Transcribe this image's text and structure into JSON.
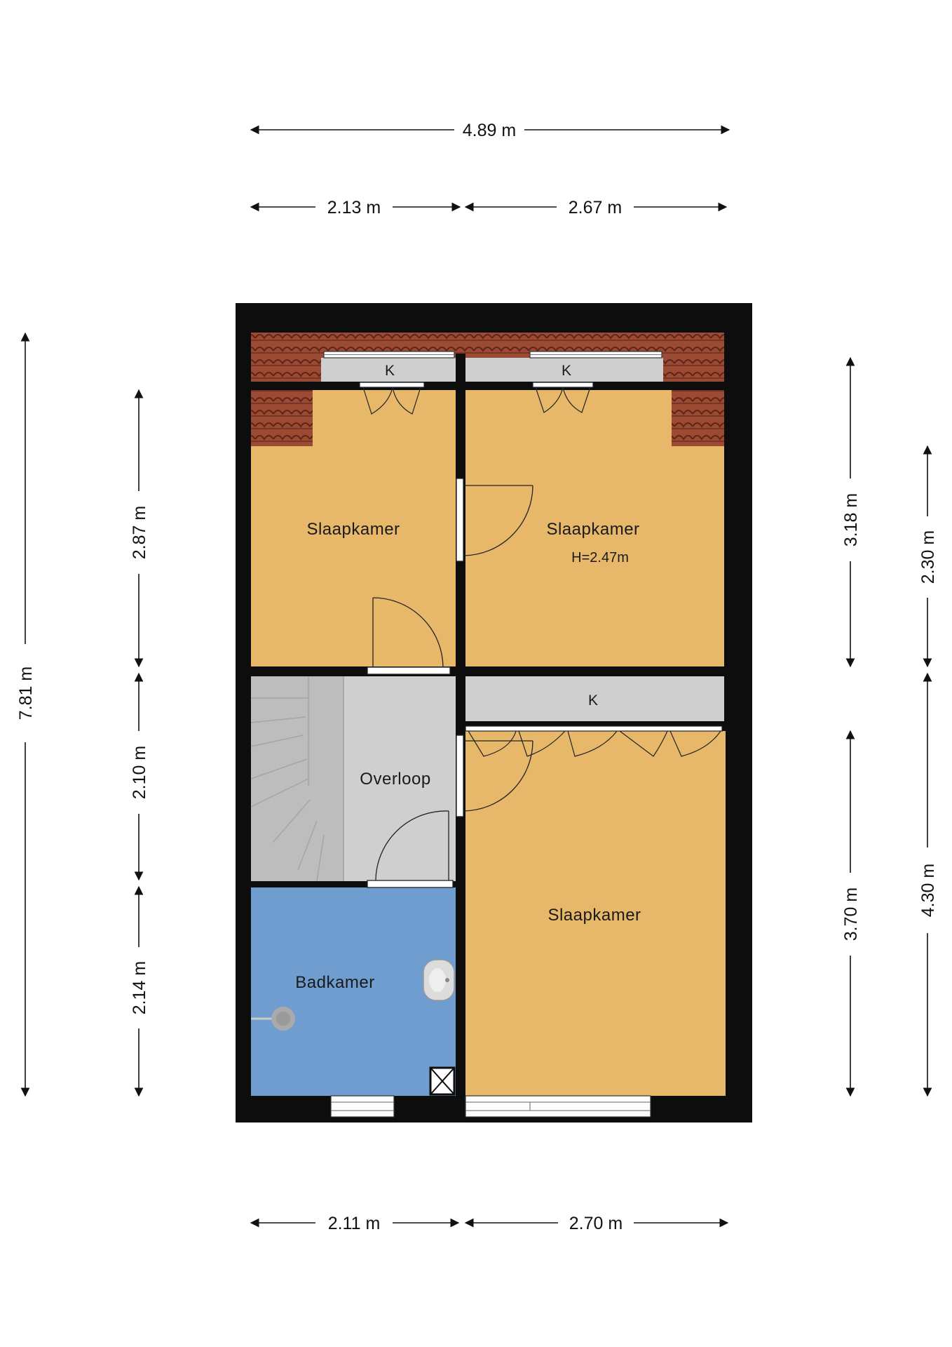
{
  "dimensions": {
    "top_total": "4.89 m",
    "top_left": "2.13 m",
    "top_right": "2.67 m",
    "bottom_left": "2.11 m",
    "bottom_right": "2.70 m",
    "left_total": "7.81 m",
    "left_upper": "2.87 m",
    "left_middle": "2.10 m",
    "left_lower": "2.14 m",
    "right_upper": "3.18 m",
    "right_lower": "3.70 m",
    "right_outer_upper": "2.30 m",
    "right_outer_lower": "4.30 m"
  },
  "rooms": {
    "bedroom_left": "Slaapkamer",
    "bedroom_right": "Slaapkamer",
    "bedroom_right_height": "H=2.47m",
    "landing": "Overloop",
    "bedroom_bottom": "Slaapkamer",
    "bathroom": "Badkamer",
    "closet_top_left": "K",
    "closet_top_right": "K",
    "closet_middle": "K"
  },
  "colors": {
    "wall": "#0d0d0d",
    "bedroom": "#e8b86a",
    "bathroom": "#6f9dd0",
    "landing": "#cfcfcf",
    "closet": "#cfcfcf",
    "roof_tile": "#9b4a34"
  }
}
